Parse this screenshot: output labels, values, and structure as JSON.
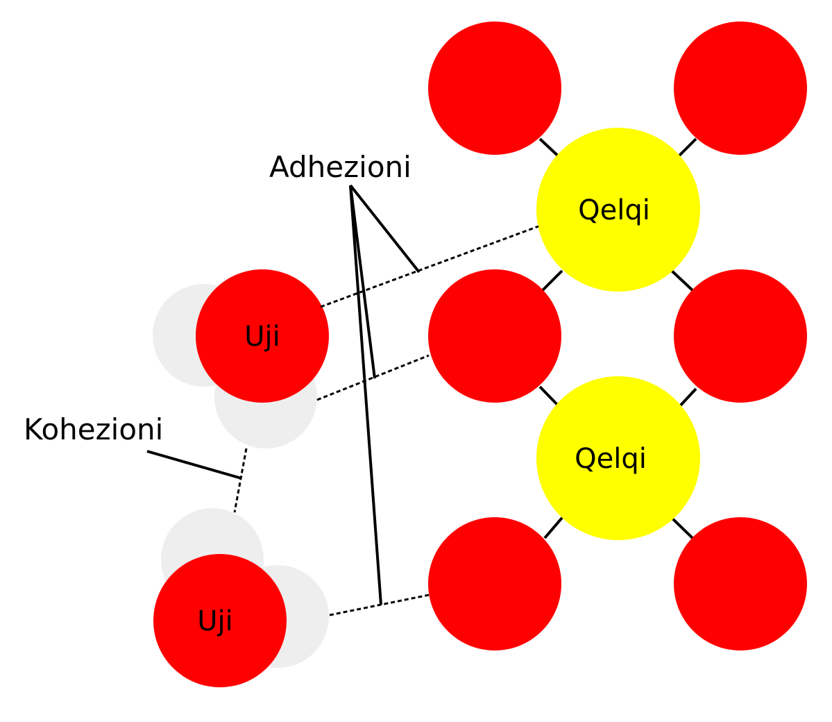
{
  "labels": {
    "adhesion": "Adhezioni",
    "cohesion": "Kohezioni",
    "water_1": "Uji",
    "water_2": "Uji",
    "glass_1": "Qelqi",
    "glass_2": "Qelqi"
  },
  "colors": {
    "oxygen": "#ff0000",
    "hydrogen": "#eeeeee",
    "silicon": "#ffff00",
    "line": "#000000",
    "background": "#ffffff"
  }
}
